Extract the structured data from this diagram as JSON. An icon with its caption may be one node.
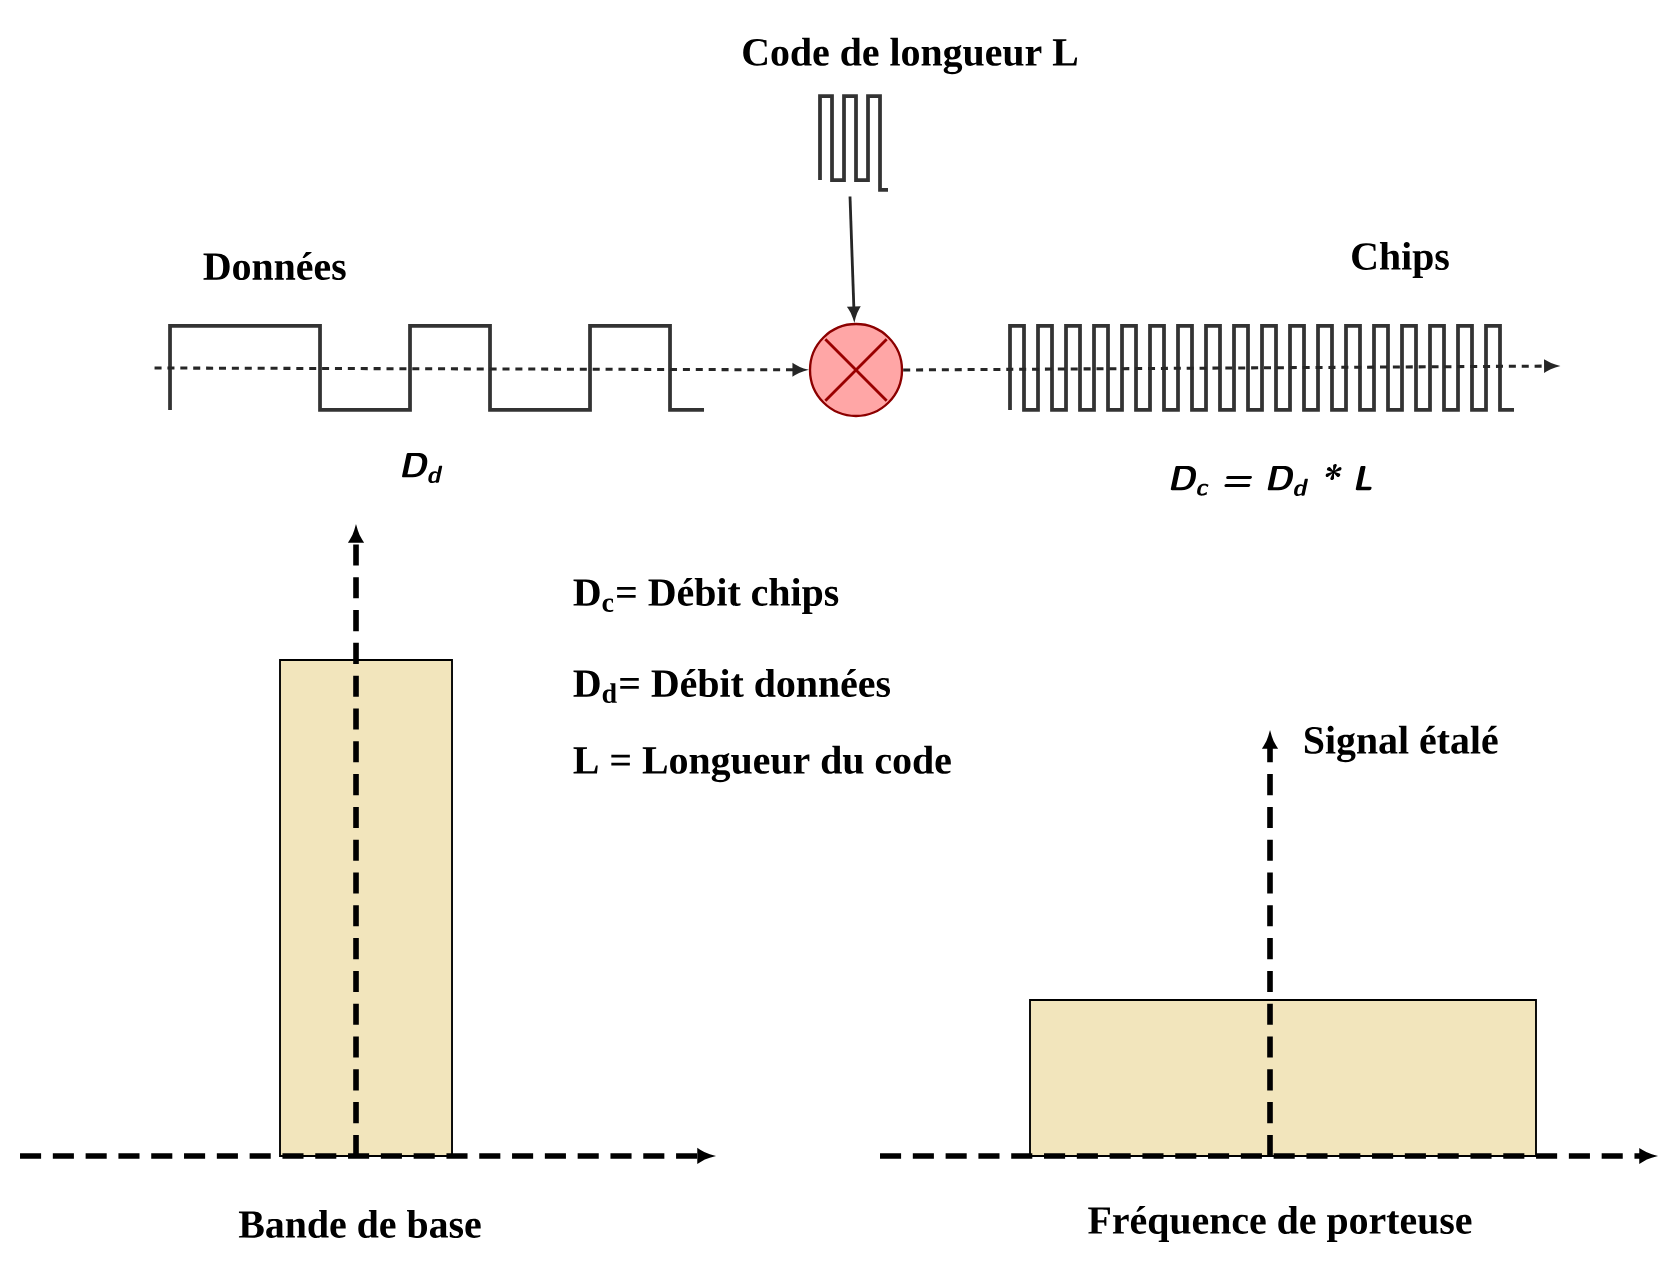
{
  "diagram": {
    "nodes": [
      {
        "text": [
          "Code de longueur L"
        ]
      },
      {
        "text": [
          "Données",
          "D$_{d}$"
        ]
      },
      {
        "text": [],
        "shape": "circle"
      },
      {
        "text": [
          "Chips",
          "D$_{c}$ = D$_{d}$ * L"
        ]
      }
    ],
    "edges": [
      {
        "from": 0,
        "to": 2,
        "arrow": "to"
      },
      {
        "from": 1,
        "to": 2,
        "arrow": "to",
        "style": "dashed"
      },
      {
        "from": 2,
        "to": 3,
        "arrow": "to",
        "style": "dashed"
      }
    ],
    "labels": [
      "D$_{c}$= Débit chips",
      "D$_{d}$= Débit données",
      "L = Longueur du code",
      "Signal étalé",
      "Bande de base",
      "Fréquence de porteuse"
    ]
  }
}
